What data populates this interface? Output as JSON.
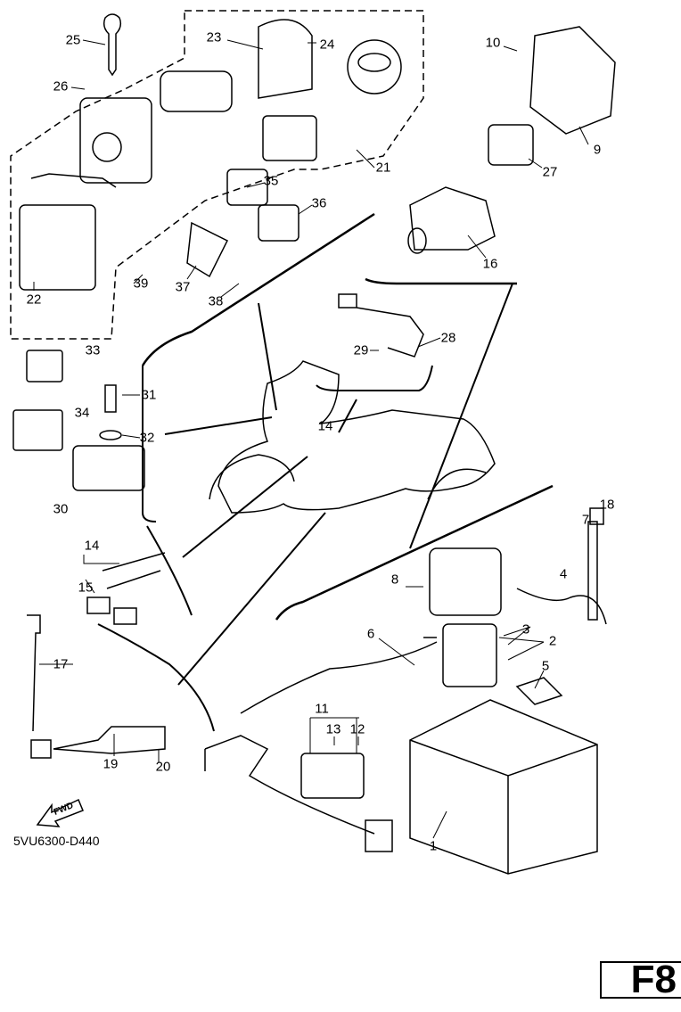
{
  "diagram": {
    "part_labels": [
      "25",
      "23",
      "24",
      "10",
      "26",
      "9",
      "27",
      "21",
      "35",
      "36",
      "16",
      "39",
      "37",
      "38",
      "22",
      "33",
      "28",
      "29",
      "31",
      "34",
      "32",
      "14",
      "30",
      "18",
      "7",
      "8",
      "4",
      "14",
      "15",
      "3",
      "2",
      "6",
      "5",
      "17",
      "11",
      "13",
      "12",
      "19",
      "20",
      "1"
    ],
    "drawing_code": "5VU6300-D440",
    "fwd_arrow_label": "FWD",
    "page_label": "F8"
  }
}
